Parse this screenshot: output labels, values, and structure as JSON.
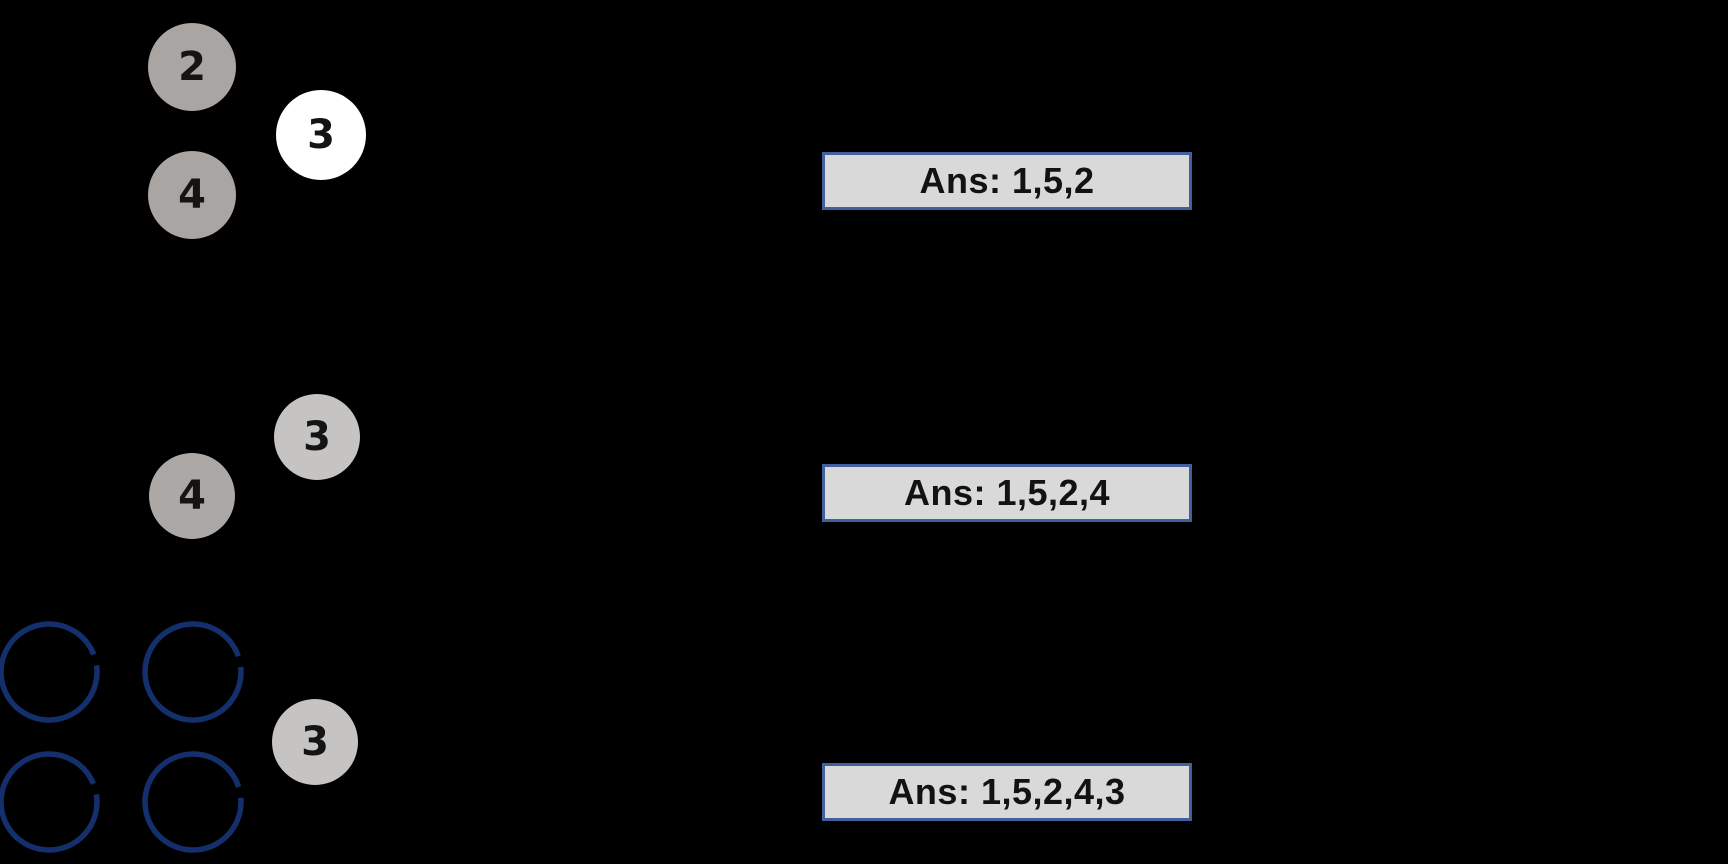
{
  "canvas": {
    "background": "#000000"
  },
  "answer_box_style": {
    "fill": "#d9d9d9",
    "border": "#41609c",
    "text_color": "#121212"
  },
  "steps": [
    {
      "name": "step-1",
      "circles": [
        {
          "label": "2",
          "fill": "#a9a5a2",
          "text_color": "#141414"
        },
        {
          "label": "3",
          "fill": "#ffffff",
          "text_color": "#141414"
        },
        {
          "label": "4",
          "fill": "#a9a5a2",
          "text_color": "#141414"
        }
      ],
      "answer": {
        "label": "Ans: 1,5,2"
      }
    },
    {
      "name": "step-2",
      "circles": [
        {
          "label": "3",
          "fill": "#c5c4c2",
          "text_color": "#141414"
        },
        {
          "label": "4",
          "fill": "#aba8a5",
          "text_color": "#141414"
        }
      ],
      "answer": {
        "label": "Ans: 1,5,2,4"
      }
    },
    {
      "name": "step-3",
      "outlined_circles": {
        "count": 4,
        "stroke": "#142f6b"
      },
      "circles": [
        {
          "label": "3",
          "fill": "#c5c4c2",
          "text_color": "#141414"
        }
      ],
      "answer": {
        "label": "Ans: 1,5,2,4,3"
      }
    }
  ]
}
